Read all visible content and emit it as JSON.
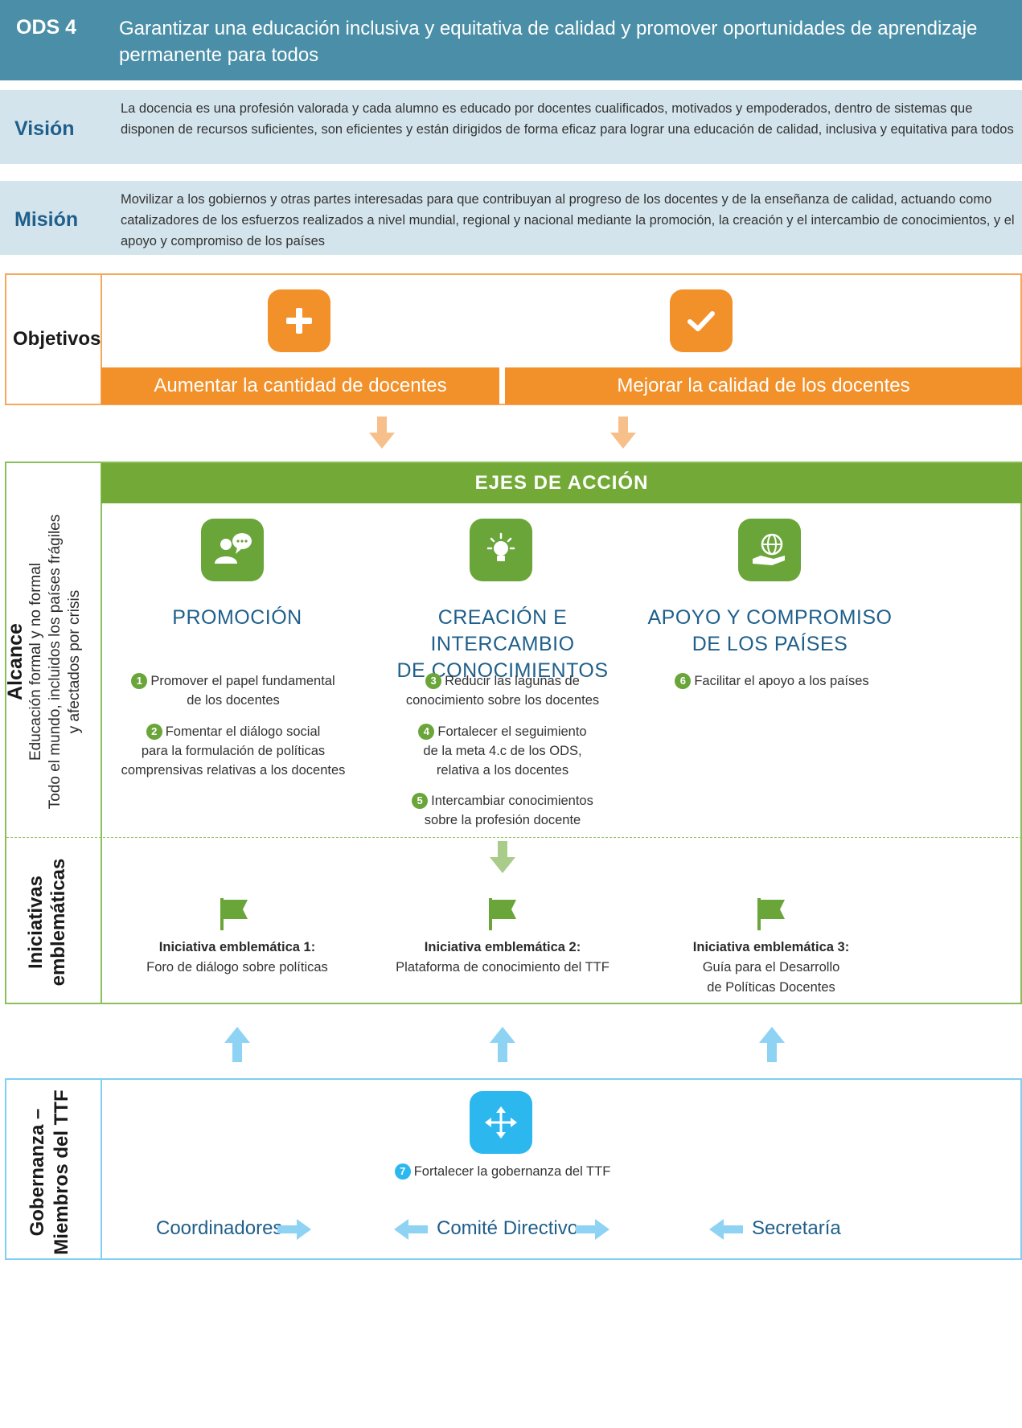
{
  "ods": {
    "number": "ODS 4",
    "text": "Garantizar una educación inclusiva y equitativa de calidad y promover oportunidades de aprendizaje permanente para todos"
  },
  "vision": {
    "label": "Visión",
    "text": "La docencia es una profesión valorada y cada alumno es educado por docentes cualificados, motivados y empoderados, dentro de sistemas que disponen de recursos suficientes, son eficientes y están dirigidos de forma eficaz para lograr una educación de calidad, inclusiva y equitativa para todos"
  },
  "mision": {
    "label": "Misión",
    "text": "Movilizar a los gobiernos y otras partes interesadas para que contribuyan al progreso de los docentes y de la enseñanza de calidad, actuando como catalizadores de los esfuerzos realizados a nivel mundial, regional y nacional mediante la promoción, la creación y el intercambio de conocimientos, y el apoyo y compromiso de los países"
  },
  "objetivos": {
    "label": "Objetivos",
    "items": [
      {
        "label": "Aumentar la cantidad de docentes",
        "icon": "plus-icon"
      },
      {
        "label": "Mejorar la calidad de los docentes",
        "icon": "check-icon"
      }
    ]
  },
  "alcance": {
    "label": "Alcance",
    "line1": "Educación formal y no formal",
    "line2": "Todo el mundo, incluidos los países frágiles",
    "line3": "y afectados por crisis"
  },
  "ejes": {
    "header": "EJES DE ACCIÓN",
    "columns": [
      {
        "title1": "PROMOCIÓN",
        "title2": "",
        "icon": "people-chat-icon",
        "items": [
          {
            "num": "1",
            "line1": "Promover el papel fundamental",
            "line2": "de los docentes",
            "line3": ""
          },
          {
            "num": "2",
            "line1": "Fomentar el diálogo social",
            "line2": "para la formulación de políticas",
            "line3": "comprensivas relativas a los docentes"
          }
        ]
      },
      {
        "title1": "CREACIÓN E INTERCAMBIO",
        "title2": "DE CONOCIMIENTOS",
        "icon": "lightbulb-icon",
        "items": [
          {
            "num": "3",
            "line1": "Reducir las lagunas de",
            "line2": "conocimiento sobre los docentes",
            "line3": ""
          },
          {
            "num": "4",
            "line1": "Fortalecer el seguimiento",
            "line2": "de la meta 4.c de los ODS,",
            "line3": "relativa a los docentes"
          },
          {
            "num": "5",
            "line1": "Intercambiar conocimientos",
            "line2": "sobre la profesión docente",
            "line3": ""
          }
        ]
      },
      {
        "title1": "APOYO Y COMPROMISO",
        "title2": "DE LOS PAÍSES",
        "icon": "globe-hand-icon",
        "items": [
          {
            "num": "6",
            "line1": "Facilitar el apoyo a los países",
            "line2": "",
            "line3": ""
          }
        ]
      }
    ]
  },
  "iniciativas": {
    "label1": "Iniciativas",
    "label2": "emblemáticas",
    "items": [
      {
        "title": "Iniciativa emblemática 1:",
        "line1": "Foro de diálogo sobre políticas",
        "line2": ""
      },
      {
        "title": "Iniciativa emblemática 2:",
        "line1": "Plataforma de conocimiento del TTF",
        "line2": ""
      },
      {
        "title": "Iniciativa emblemática 3:",
        "line1": "Guía para el Desarrollo",
        "line2": "de Políticas Docentes"
      }
    ]
  },
  "gobernanza": {
    "label1": "Gobernanza –",
    "label2": "Miembros del TTF",
    "item": {
      "num": "7",
      "text": "Fortalecer la gobernanza del TTF"
    },
    "bodies": [
      "Coordinadores",
      "Comité Directivo",
      "Secretaría"
    ]
  },
  "colors": {
    "ods": "#4a8fa7",
    "band": "#d4e4ec",
    "orange": "#f2902a",
    "green": "#73aa37",
    "blue": "#2cb8ef",
    "title_blue": "#1f5f8b"
  }
}
